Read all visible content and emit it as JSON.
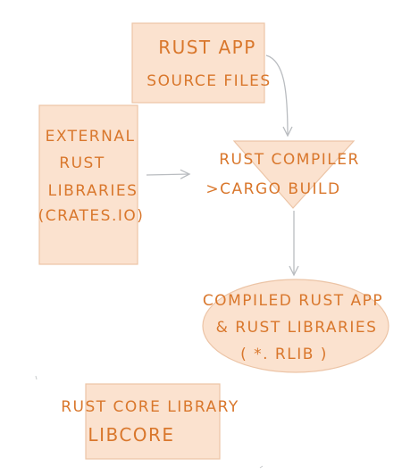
{
  "diagram": {
    "nodes": {
      "source": {
        "line1": "Rust App",
        "line2": "Source Files"
      },
      "external": {
        "line1": "External",
        "line2": "Rust",
        "line3": "Libraries",
        "line4": "(Crates.io)"
      },
      "compiler": {
        "line1": "Rust Compiler",
        "line2": ">Cargo Build"
      },
      "compiled": {
        "line1": "Compiled Rust App",
        "line2": "& Rust Libraries",
        "line3": "( *. RLIB )"
      },
      "core": {
        "line1": "Rust Core Library",
        "line2": "Libcore"
      }
    },
    "colors": {
      "text": "#d9772c",
      "fill": "#fbe2cf",
      "arrow": "#b9bcc0"
    }
  }
}
